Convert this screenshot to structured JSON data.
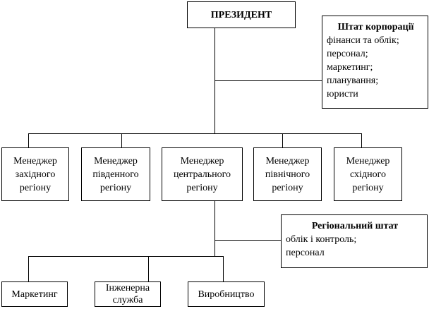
{
  "president": {
    "label": "ПРЕЗИДЕНТ"
  },
  "corporate_staff": {
    "title": "Штат корпорації",
    "items": [
      "фінанси та облік;",
      "персонал;",
      "маркетинг;",
      "планування;",
      "юристи"
    ]
  },
  "regional_managers": [
    {
      "lines": [
        "Менеджер",
        "західного",
        "регіону"
      ]
    },
    {
      "lines": [
        "Менеджер",
        "південного",
        "регіону"
      ]
    },
    {
      "lines": [
        "Менеджер",
        "центрального",
        "регіону"
      ]
    },
    {
      "lines": [
        "Менеджер",
        "північного",
        "регіону"
      ]
    },
    {
      "lines": [
        "Менеджер",
        "східного",
        "регіону"
      ]
    }
  ],
  "regional_staff": {
    "title": "Регіональний штат",
    "items": [
      "облік і контроль;",
      "персонал"
    ]
  },
  "departments": [
    {
      "lines": [
        "Маркетинг"
      ]
    },
    {
      "lines": [
        "Інженерна",
        "служба"
      ]
    },
    {
      "lines": [
        "Виробництво"
      ]
    }
  ]
}
